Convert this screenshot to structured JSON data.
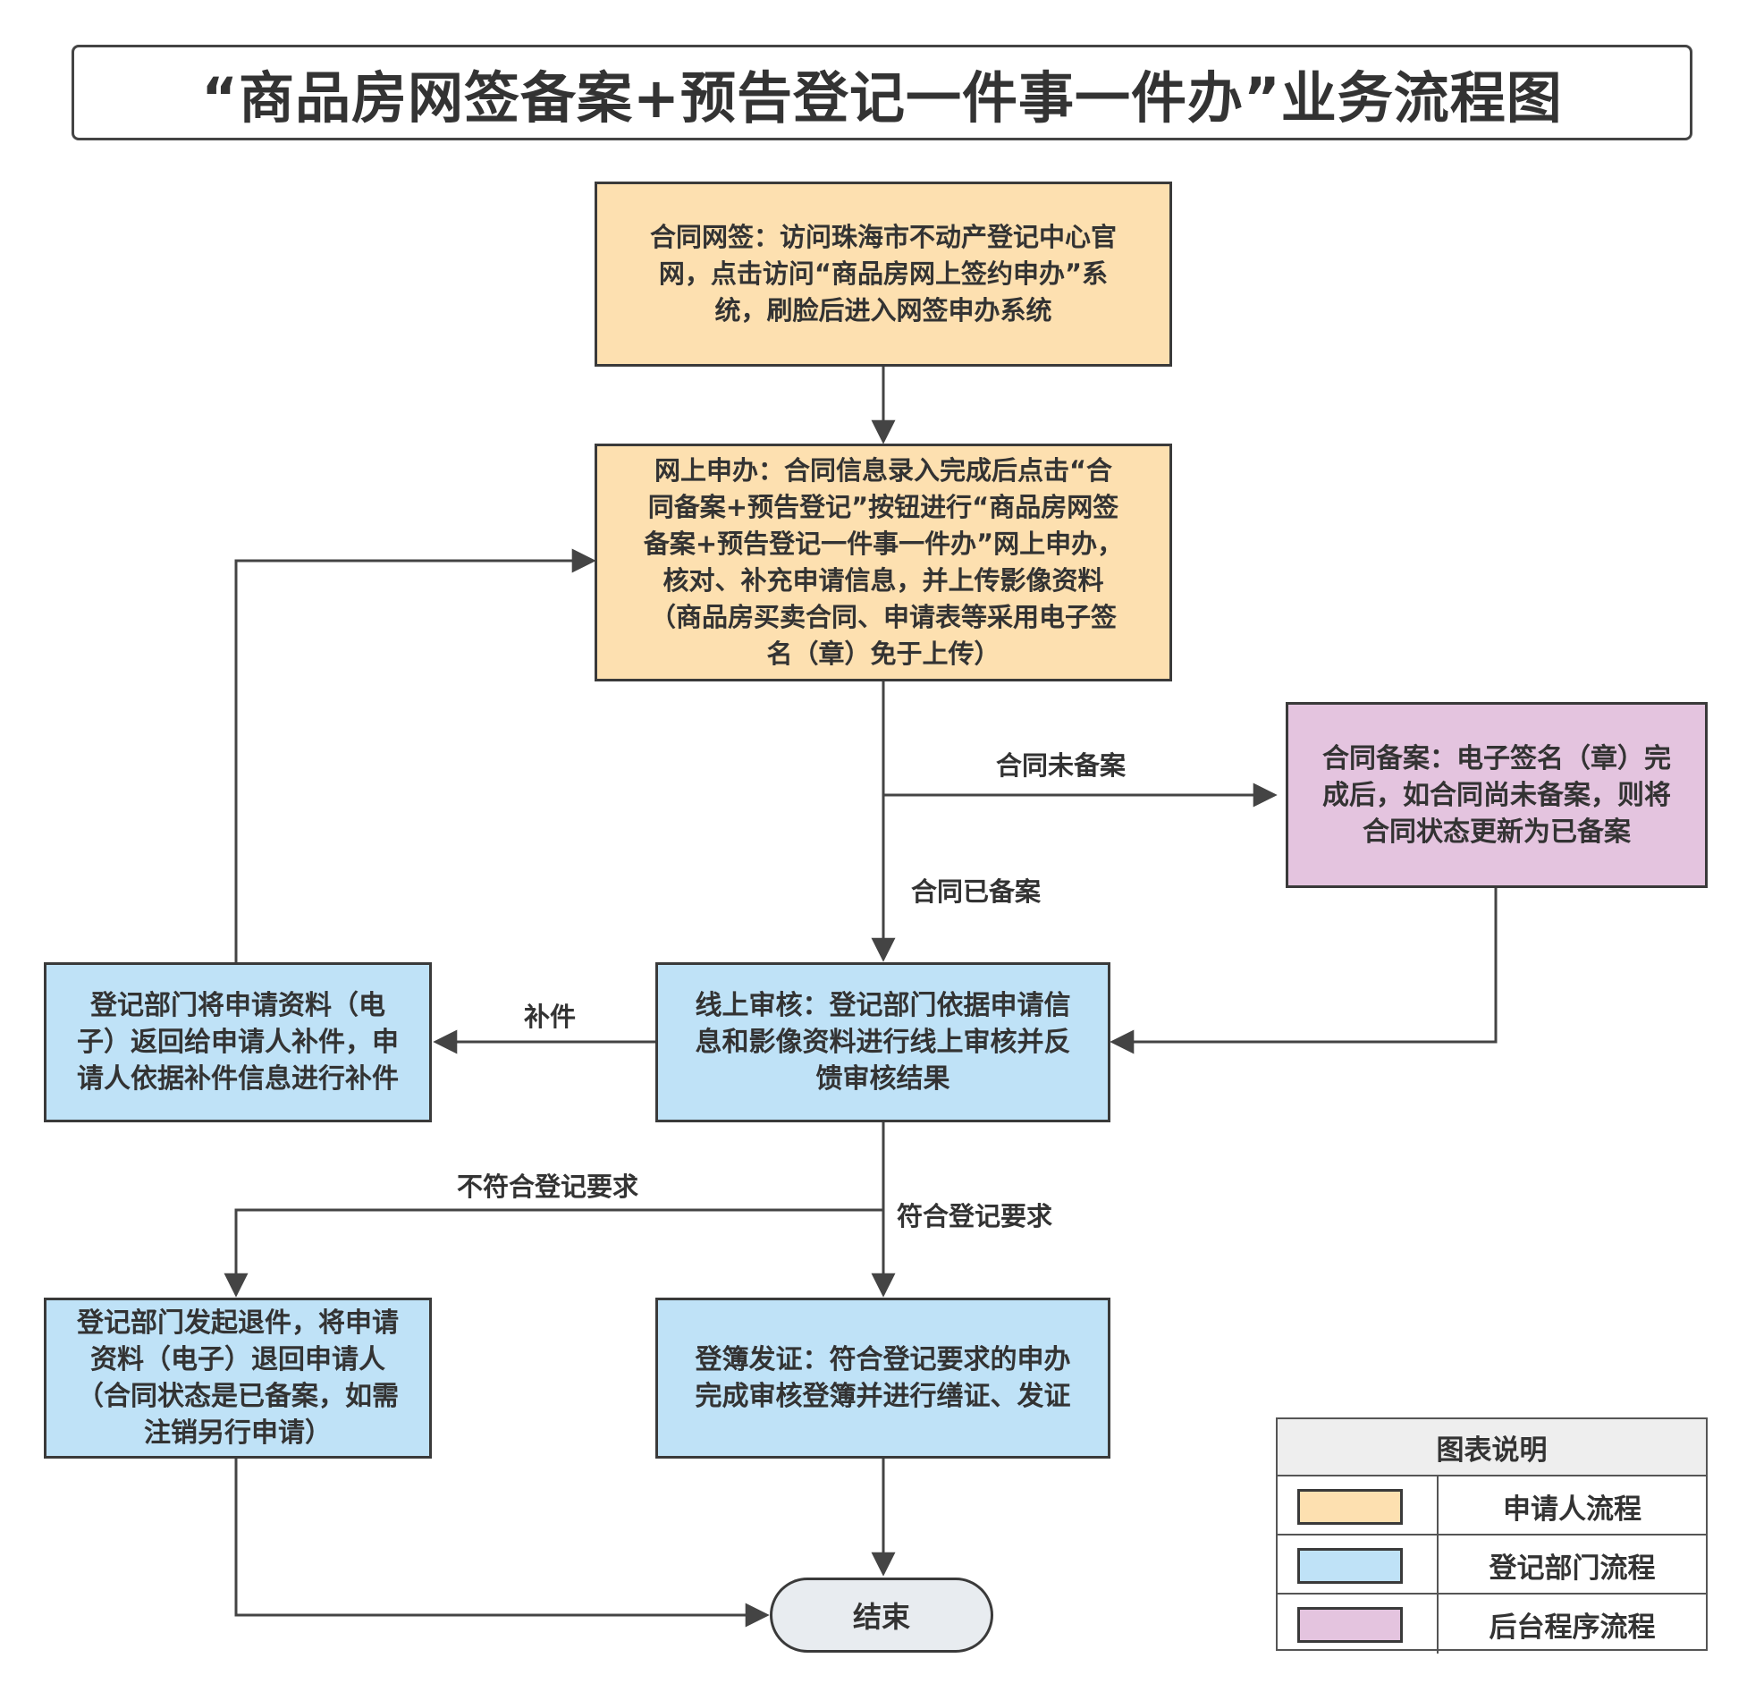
{
  "title": "“商品房网签备案+预告登记一件事一件办”业务流程图",
  "nodes": {
    "contract_sign": {
      "lines": [
        "合同网签：访问珠海市不动产登记中心官",
        "网，点击访问“商品房网上签约申办”系",
        "统，刷脸后进入网签申办系统"
      ],
      "color": "#fde0b0"
    },
    "online_apply": {
      "lines": [
        "网上申办：合同信息录入完成后点击“合",
        "同备案+预告登记”按钮进行“商品房网签",
        "备案+预告登记一件事一件办”网上申办，",
        "核对、补充申请信息，并上传影像资料",
        "（商品房买卖合同、申请表等采用电子签",
        "名（章）免于上传）"
      ],
      "color": "#fde0b0"
    },
    "contract_filing": {
      "lines": [
        "合同备案：电子签名（章）完",
        "成后，如合同尚未备案，则将",
        "合同状态更新为已备案"
      ],
      "color": "#e4c4df"
    },
    "supplement": {
      "lines": [
        "登记部门将申请资料（电",
        "子）返回给申请人补件，申",
        "请人依据补件信息进行补件"
      ],
      "color": "#bfe2f7"
    },
    "online_review": {
      "lines": [
        "线上审核：登记部门依据申请信",
        "息和影像资料进行线上审核并反",
        "馈审核结果"
      ],
      "color": "#bfe2f7"
    },
    "return": {
      "lines": [
        "登记部门发起退件，将申请",
        "资料（电子）退回申请人",
        "（合同状态是已备案，如需",
        "注销另行申请）"
      ],
      "color": "#bfe2f7"
    },
    "register_issue": {
      "lines": [
        "登簿发证：符合登记要求的申办",
        "完成审核登簿并进行缮证、发证"
      ],
      "color": "#bfe2f7"
    },
    "end": {
      "label": "结束"
    }
  },
  "edge_labels": {
    "not_filed": "合同未备案",
    "filed": "合同已备案",
    "supplement": "补件",
    "not_compliant": "不符合登记要求",
    "compliant": "符合登记要求"
  },
  "legend": {
    "title": "图表说明",
    "items": [
      {
        "label": "申请人流程",
        "color": "#fde0b0"
      },
      {
        "label": "登记部门流程",
        "color": "#bfe2f7"
      },
      {
        "label": "后台程序流程",
        "color": "#e4c4df"
      }
    ]
  }
}
